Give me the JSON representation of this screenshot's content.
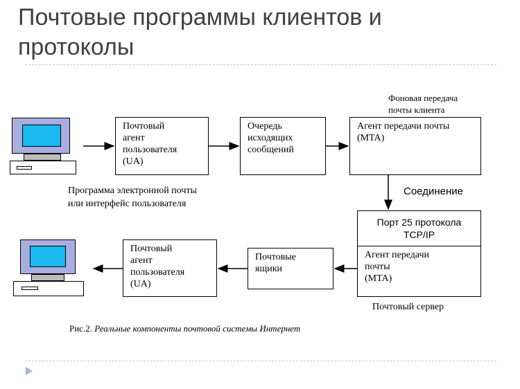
{
  "title": "Почтовые программы клиентов и протоколы",
  "diagram": {
    "top_ua_box": "Почтовый\nагент\nпользователя\n(UA)",
    "queue_box": "Очередь\nисходящих\nсообщений",
    "top_mta_box": "Агент передачи почты\n(MTA)",
    "background_transfer_label": "Фоновая передача\nпочты клиента",
    "email_program_label": "Программа электронной почты\nили интерфейс пользователя",
    "connection_label": "Соединение",
    "port_box": "Порт 25 протокола\nTCP/IP",
    "bottom_mta_box": "Агент передачи\nпочты\n(MTA)",
    "mailboxes_box": "Почтовые\nящики",
    "bottom_ua_box": "Почтовый\nагент\nпользователя\n(UA)",
    "mail_server_label": "Почтовый сервер",
    "caption_prefix": "Рис.2.",
    "caption_text": "Реальные компоненты почтовой системы Интернет"
  },
  "colors": {
    "monitor_frame": "#a9aee0",
    "screen": "#19b9ef",
    "title_text": "#404040"
  }
}
